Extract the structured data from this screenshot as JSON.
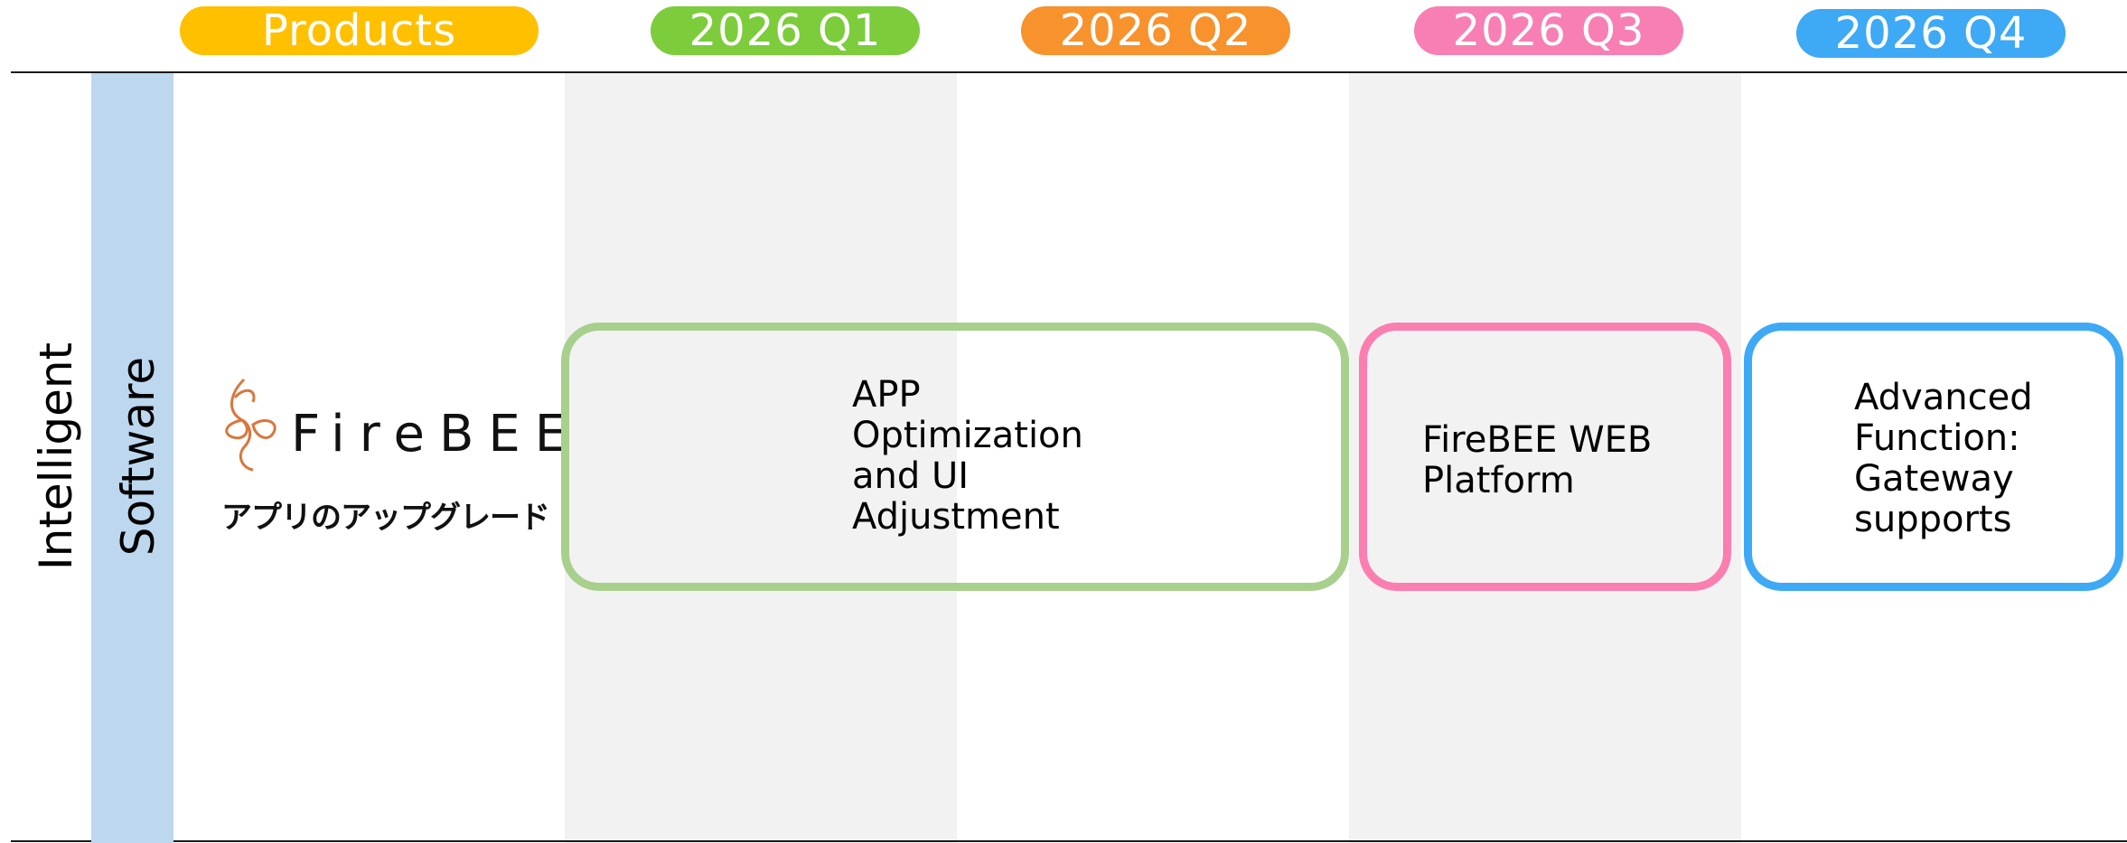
{
  "header": {
    "products_label": "Products",
    "quarters": [
      "2026 Q1",
      "2026 Q2",
      "2026 Q3",
      "2026 Q4"
    ]
  },
  "colors": {
    "products": "#ffc000",
    "q1": "#7ccc3c",
    "q2": "#f7922c",
    "q3": "#f77fb3",
    "q4": "#3ea9f5",
    "q1_box": "#a8d08d",
    "q3_box": "#fb7eb0",
    "q4_box": "#3ea9f5",
    "category_bar": "#bdd7ee"
  },
  "row": {
    "category": "Intelligent",
    "subcategory": "Software",
    "product_logo_text": "FireBEE",
    "product_caption": "アプリのアップグレード"
  },
  "items": [
    {
      "text": "APP\nOptimization\nand UI\nAdjustment",
      "span": "2026 Q1 – 2026 Q2"
    },
    {
      "text": "FireBEE WEB\nPlatform",
      "span": "2026 Q3"
    },
    {
      "text": "Advanced\nFunction:\nGateway\nsupports",
      "span": "2026 Q4"
    }
  ]
}
